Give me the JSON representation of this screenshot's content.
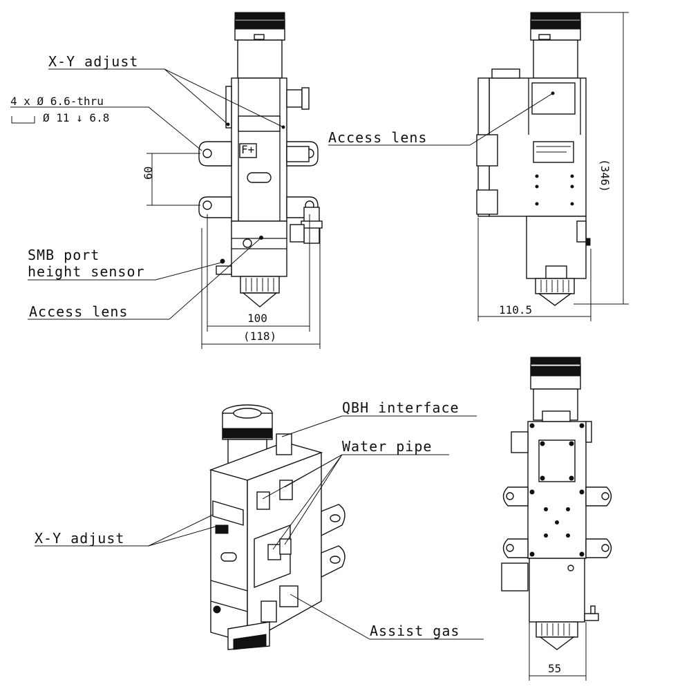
{
  "labels": {
    "xy_adjust_top": "X-Y adjust",
    "holes_line1": "4 x  Ø 6.6-thru",
    "holes_line2": "Ø 11  ↓ 6.8",
    "smb_port": "SMB port",
    "height_sensor": "height sensor",
    "access_lens_left": "Access lens",
    "access_lens_right": "Access lens",
    "qbh_interface": "QBH interface",
    "water_pipe": "Water pipe",
    "xy_adjust_bottom": "X-Y adjust",
    "assist_gas": "Assist gas"
  },
  "dimensions": {
    "d60": "60",
    "d100": "100",
    "d118": "(118)",
    "d110_5": "110.5",
    "d346": "(346)",
    "d55": "55"
  },
  "plate": {
    "brand": "F+"
  }
}
